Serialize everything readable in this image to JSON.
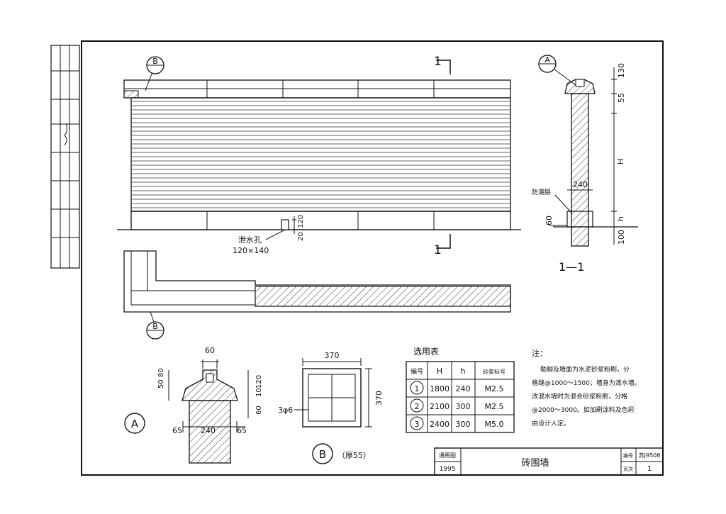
{
  "sheet": {
    "title": "砖围墙",
    "drawing_no_label": "编号",
    "drawing_no": "苏J9508",
    "page_label": "页次",
    "page": "1",
    "year_label": "通用图",
    "year": "1995"
  },
  "elevation": {
    "section_mark": "1",
    "drain_label": "泄水孔",
    "drain_size": "120×140",
    "dim_20": "20",
    "dim_120": "120",
    "detail_b": "B"
  },
  "section": {
    "title": "1—1",
    "detail_a": "A",
    "dim_130": "130",
    "dim_55": "55",
    "dim_H": "H",
    "dim_h": "h",
    "dim_100": "100",
    "dim_240": "240",
    "dim_60": "60",
    "damp_label": "防潮层"
  },
  "detail_a": {
    "label": "A",
    "d60": "60",
    "d50": "50",
    "d80": "80",
    "d120": "120",
    "d10": "10",
    "d60b": "60",
    "d65l": "65",
    "d240": "240",
    "d65r": "65"
  },
  "detail_b": {
    "label": "B",
    "note": "（厚55）",
    "w": "370",
    "h": "370",
    "rebar": "3φ6"
  },
  "table": {
    "title": "选用表",
    "headers": [
      "编号",
      "H",
      "h",
      "砂浆标号"
    ],
    "rows": [
      {
        "no": "1",
        "H": "1800",
        "h": "240",
        "m": "M2.5"
      },
      {
        "no": "2",
        "H": "2100",
        "h": "300",
        "m": "M2.5"
      },
      {
        "no": "3",
        "H": "2400",
        "h": "300",
        "m": "M5.0"
      }
    ]
  },
  "notes": {
    "title": "注：",
    "lines": [
      "勒脚及墙面为水泥砂浆粉刷，分",
      "格缝@1000～1500；墙身为清水墙。",
      "改混水墙时为混合砂浆粉刷，分格",
      "@2000～3000。如加刷涂料及色彩",
      "由设计人定。"
    ]
  }
}
